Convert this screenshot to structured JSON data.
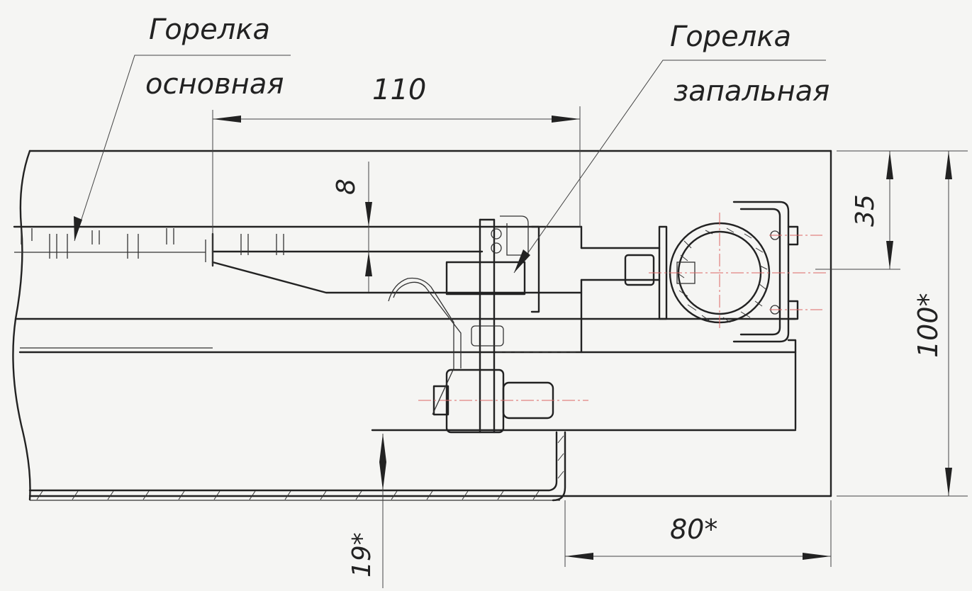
{
  "labels": {
    "main_burner_line1": "Горелка",
    "main_burner_line2": "основная",
    "pilot_burner_line1": "Горелка",
    "pilot_burner_line2": "запальная"
  },
  "dimensions": {
    "d110": "110",
    "d8": "8",
    "d35": "35",
    "d100": "100*",
    "d80": "80*",
    "d19": "19*"
  }
}
